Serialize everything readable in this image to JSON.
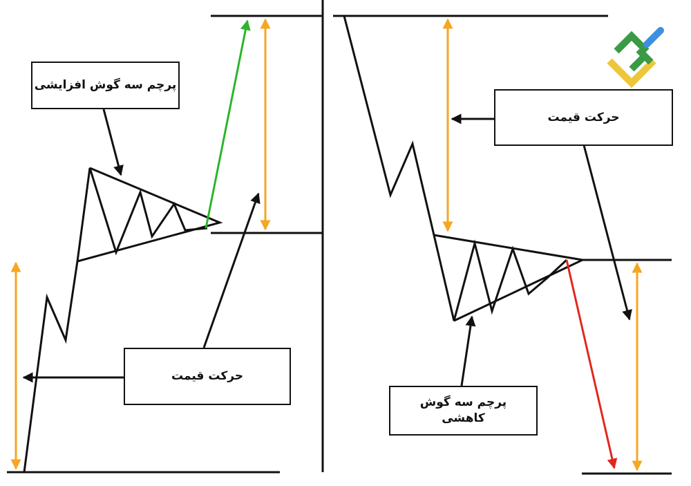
{
  "left_panel": {
    "pattern_label": "پرچم سه گوش افزایشی",
    "move_label": "حرکت قیمت"
  },
  "right_panel": {
    "pattern_label": "پرچم سه گوش کاهشی",
    "move_label": "حرکت قیمت"
  },
  "colors": {
    "line": "#111111",
    "measure_arrow": "#f5a623",
    "bullish_breakout": "#2bb52b",
    "bearish_breakout": "#e0281f",
    "logo_green": "#3a9a45",
    "logo_blue": "#3d8fe0",
    "logo_yellow": "#efc63a"
  },
  "logo": {
    "icon": "brand-logo-icon"
  }
}
